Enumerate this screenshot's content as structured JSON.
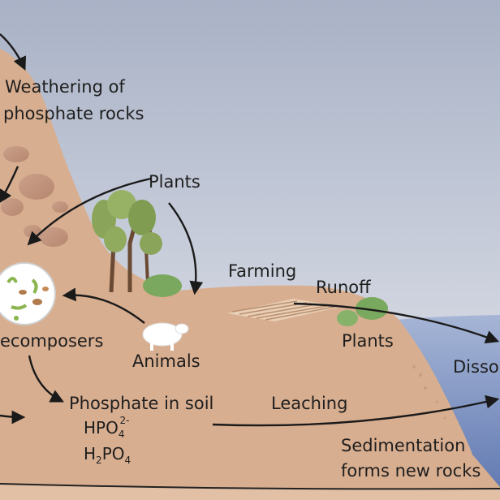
{
  "colors": {
    "sky_top": "#a9b2c6",
    "sky_bottom": "#e4e6ec",
    "land": "#d8ae90",
    "land_shadow": "#c79e80",
    "rock": "#bf8f78",
    "water": "#6f86ba",
    "arrow": "#1a1a1a",
    "tree_leaf": "#8aa55a",
    "bush": "#7aa85e",
    "decomposer_circle": "#ffffff",
    "sheep": "#ffffff"
  },
  "labels": {
    "weathering_line1": "Weathering of",
    "weathering_line2": "phosphate rocks",
    "plants_top": "Plants",
    "farming": "Farming",
    "runoff": "Runoff",
    "plants_bottom": "Plants",
    "decomposers": "ecomposers",
    "animals": "Animals",
    "dissolved": "Disso",
    "phosphate_in_soil": "Phosphate in soil",
    "leaching": "Leaching",
    "sedimentation_line1": "Sedimentation",
    "sedimentation_line2": "forms new rocks"
  },
  "chem": {
    "hpo4_base": "HPO",
    "hpo4_sub": "4",
    "hpo4_sup": "2-",
    "h2po4_h": "H",
    "h2po4_sub1": "2",
    "h2po4_po": "PO",
    "h2po4_sub2": "4"
  }
}
